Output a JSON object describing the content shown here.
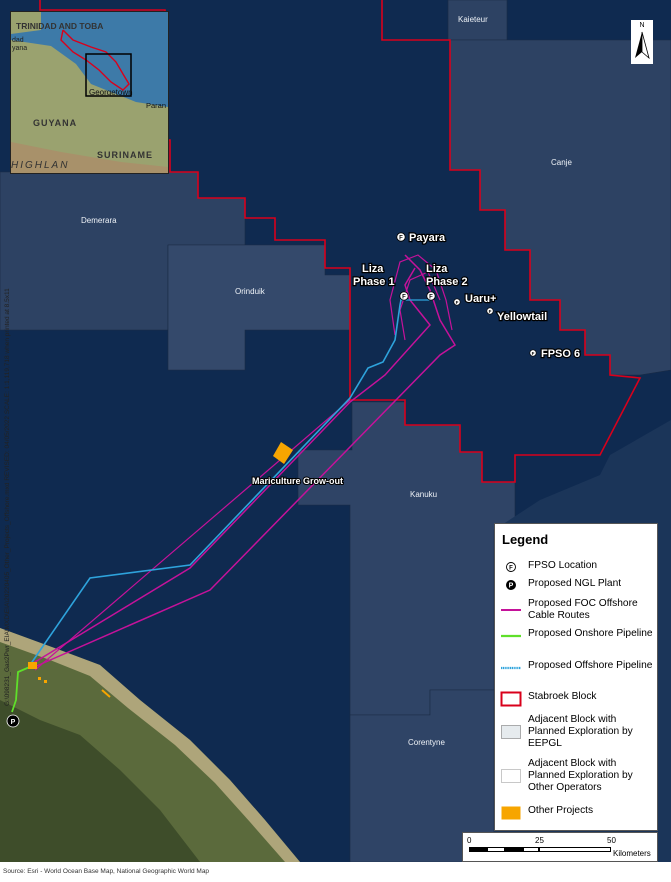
{
  "map": {
    "blocks": [
      "Kaieteur",
      "Canje",
      "Demerara",
      "Orinduik",
      "Kanuku",
      "Corentyne"
    ],
    "fpso_locations": [
      "Payara",
      "Liza Phase 1",
      "Liza Phase 2",
      "Uaru+",
      "Yellowtail",
      "FPSO 6"
    ],
    "fpso_marker": "F",
    "ngl_marker": "P",
    "other_project_label": "Mariculture Grow-out"
  },
  "inset": {
    "labels": [
      "TRINIDAD AND TOBA",
      "dad",
      "yana",
      "Georgetown",
      "Paran",
      "GUYANA",
      "SURINAME",
      "HIGHLAN"
    ]
  },
  "north_arrow": {
    "label": "N"
  },
  "legend": {
    "title": "Legend",
    "items": [
      {
        "icon": "fpso-marker-icon",
        "symbol": "F",
        "label": "FPSO Location"
      },
      {
        "icon": "ngl-plant-icon",
        "symbol": "P",
        "label": "Proposed NGL Plant"
      },
      {
        "icon": "cable-line-icon",
        "color": "#c5129a",
        "label": "Proposed FOC Offshore Cable Routes"
      },
      {
        "icon": "onshore-line-icon",
        "color": "#5fe02a",
        "label": "Proposed Onshore Pipeline"
      },
      {
        "icon": "offshore-line-icon",
        "color": "#2ea3dc",
        "label": "Proposed Offshore Pipeline"
      },
      {
        "icon": "stabroek-swatch-icon",
        "color": "#d9001b",
        "label": "Stabroek Block"
      },
      {
        "icon": "eepgl-swatch-icon",
        "label": "Adjacent Block with Planned Exploration by EEPGL"
      },
      {
        "icon": "other-ops-swatch-icon",
        "label": "Adjacent Block with Planned Exploration by Other Operators"
      },
      {
        "icon": "other-projects-swatch-icon",
        "color": "#f7a500",
        "label": "Other Projects"
      }
    ]
  },
  "scale": {
    "ticks": [
      "0",
      "25",
      "50"
    ],
    "unit": "Kilometers"
  },
  "side_text": "G:\\098231_Gas2Pwr_EIA\\MXD\\EIA\\20220405_Other_Projects_Offshore.mxd  REVISED: 04/05/2022  SCALE: 1:1,119,718 when printed at 8.5x11",
  "source": "Source: Esri - World Ocean Base Map, National Geographic World Map",
  "colors": {
    "ocean": "#0d2447",
    "eepgl_block": "#2b3f5e",
    "stabroek": "#d9001b",
    "cable": "#c5129a",
    "offshore": "#2ea3dc",
    "onshore": "#5fe02a",
    "other_projects": "#f7a500"
  }
}
